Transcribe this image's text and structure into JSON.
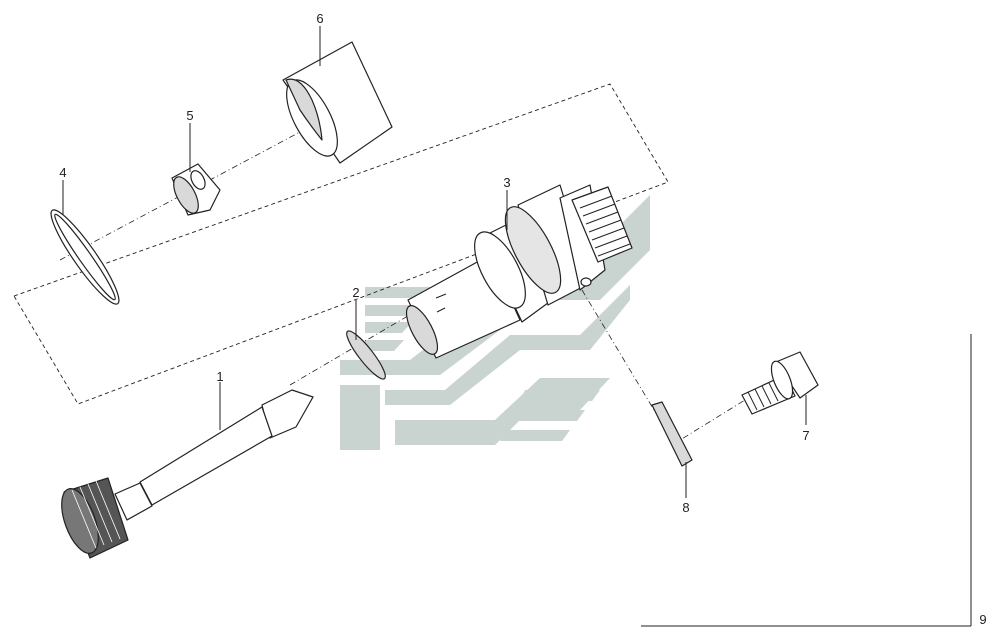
{
  "callouts": {
    "c1": "1",
    "c2": "2",
    "c3": "3",
    "c4": "4",
    "c5": "5",
    "c6": "6",
    "c7": "7",
    "c8": "8",
    "c9": "9"
  },
  "colors": {
    "line": "#222222",
    "watermark": "#c9d3cf",
    "part_fill": "#ffffff",
    "part_shade": "#d9d9d9",
    "gear_dark": "#555555"
  },
  "watermark": {
    "type": "logo-chevron-stripes"
  }
}
